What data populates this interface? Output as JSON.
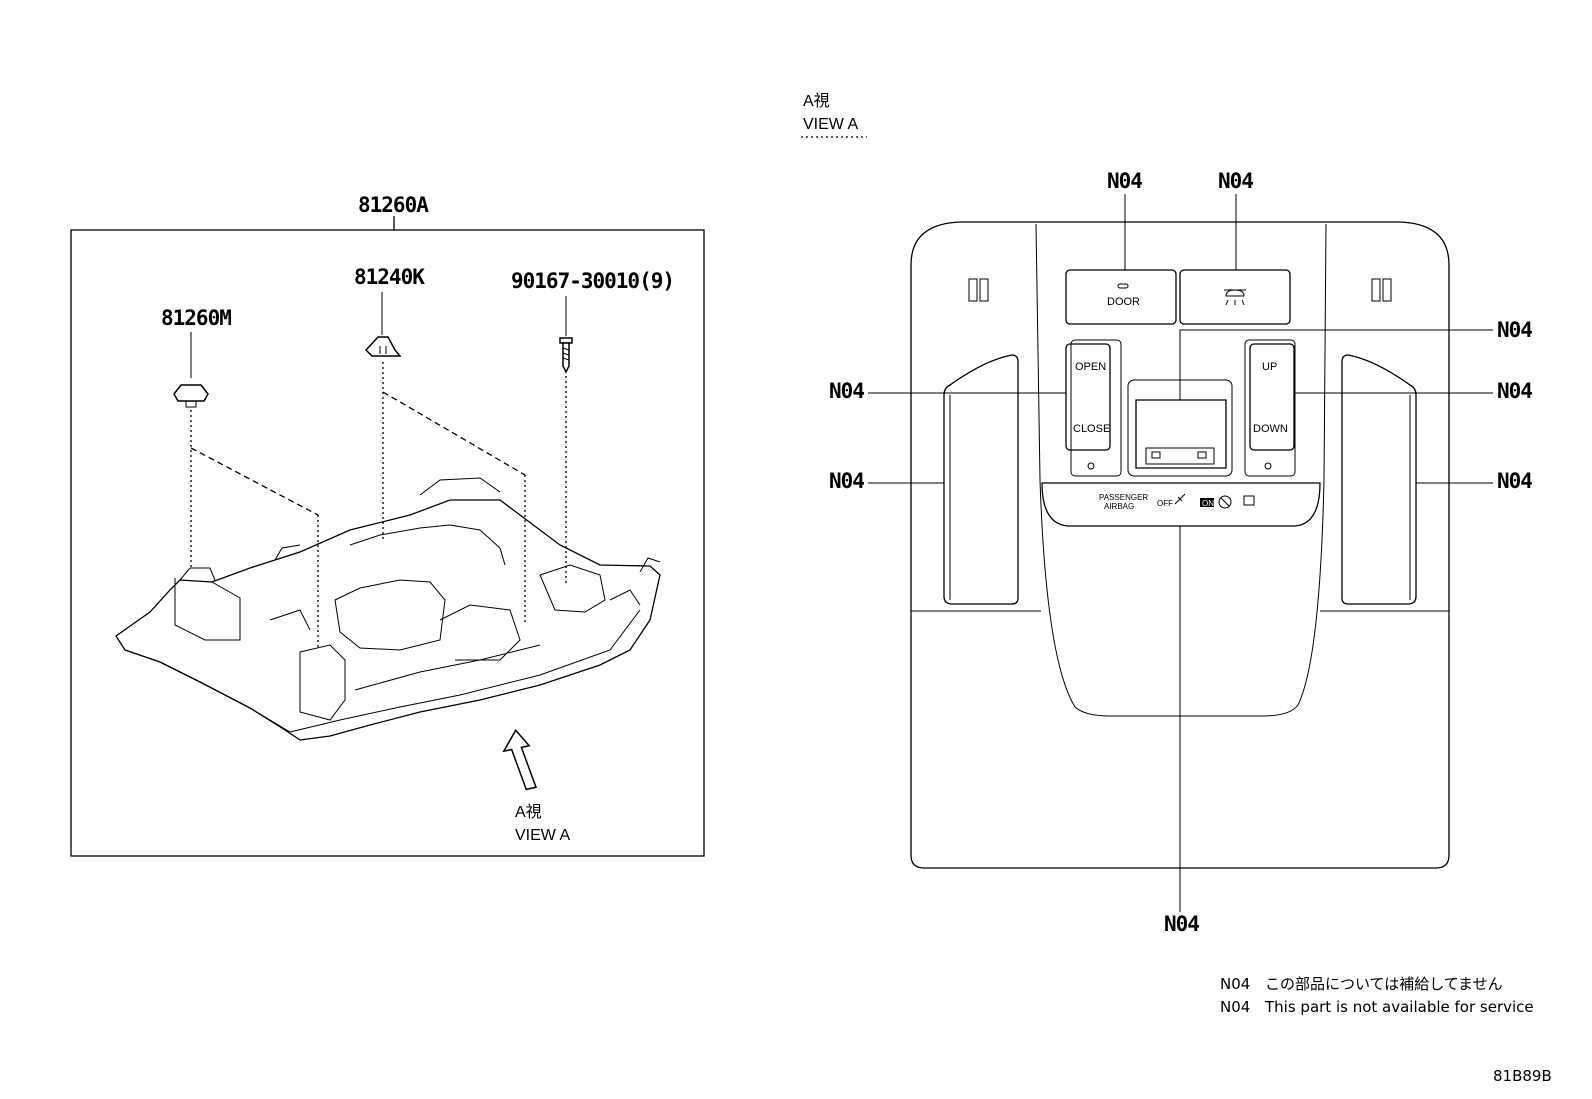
{
  "assembly": {
    "main_part": "81260A",
    "lamp_cap": "81260M",
    "lamp_clip": "81240K",
    "screw": "90167-30010(9)",
    "arrow_view_jp": "A視",
    "arrow_view_en": "VIEW A"
  },
  "view_a": {
    "title_jp": "A視",
    "title_en": "VIEW A",
    "callout_code": "N04",
    "buttons": {
      "door": "DOOR",
      "open": "OPEN",
      "close": "CLOSE",
      "up": "UP",
      "down": "DOWN"
    },
    "airbag_panel": {
      "passenger": "PASSENGER",
      "airbag": "AIRBAG",
      "off": "OFF",
      "on": "ON"
    }
  },
  "legend": {
    "code": "N04",
    "note_jp": "この部品については補給してません",
    "note_en": "This part is not available for service"
  },
  "figure_id": "81B89B"
}
